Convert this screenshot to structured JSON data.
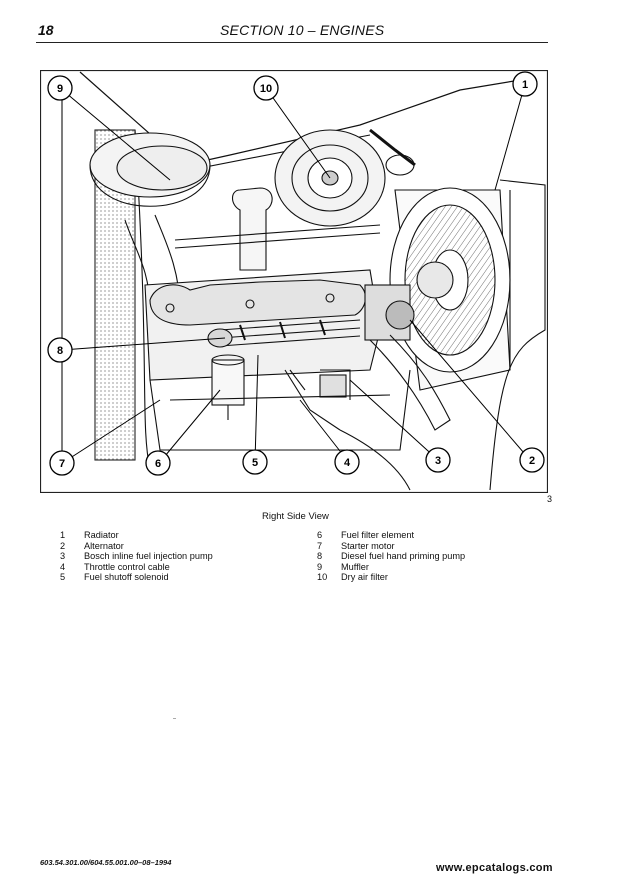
{
  "header": {
    "page_number": "18",
    "section_title": "SECTION 10 – ENGINES"
  },
  "figure": {
    "figure_number": "3",
    "caption": "Right Side View",
    "callouts": [
      "9",
      "10",
      "1",
      "8",
      "7",
      "6",
      "5",
      "4",
      "3",
      "2"
    ],
    "illustration": "engine-right-side-line-drawing"
  },
  "legend": {
    "left": [
      {
        "num": "1",
        "label": "Radiator"
      },
      {
        "num": "2",
        "label": "Alternator"
      },
      {
        "num": "3",
        "label": "Bosch inline fuel injection pump"
      },
      {
        "num": "4",
        "label": "Throttle control cable"
      },
      {
        "num": "5",
        "label": "Fuel shutoff solenoid"
      }
    ],
    "right": [
      {
        "num": "6",
        "label": "Fuel filter element"
      },
      {
        "num": "7",
        "label": "Starter motor"
      },
      {
        "num": "8",
        "label": "Diesel fuel hand priming pump"
      },
      {
        "num": "9",
        "label": "Muffler"
      },
      {
        "num": "10",
        "label": "Dry air filter"
      }
    ]
  },
  "footer": {
    "reference": "603.54.301.00/604.55.001.00–08–1994",
    "watermark": "www.epcatalogs.com"
  }
}
